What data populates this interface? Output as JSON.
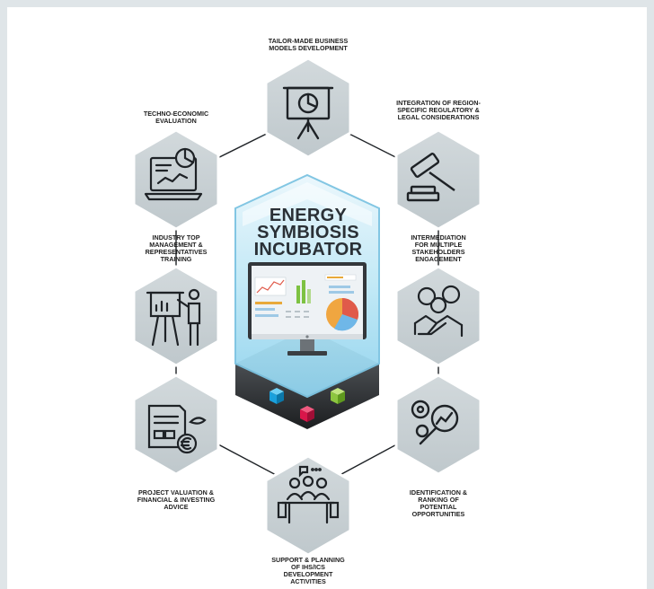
{
  "center": {
    "title_line1": "ENERGY",
    "title_line2": "SYMBIOSIS",
    "title_line3": "INCUBATOR"
  },
  "nodes": [
    {
      "key": "top",
      "label": "TAILOR-MADE BUSINESS\nMODELS DEVELOPMENT",
      "icon": "presentation-board-icon"
    },
    {
      "key": "top-right",
      "label": "INTEGRATION OF REGION-\nSPECIFIC REGULATORY &\nLEGAL CONSIDERATIONS",
      "icon": "gavel-icon"
    },
    {
      "key": "mid-right",
      "label": "INTERMEDIATION\nFOR MULTIPLE\nSTAKEHOLDERS\nENGAGEMENT",
      "icon": "handshake-gears-icon"
    },
    {
      "key": "bottom-right",
      "label": "IDENTIFICATION &\nRANKING OF\nPOTENTIAL\nOPPORTUNITIES",
      "icon": "magnifier-gears-icon"
    },
    {
      "key": "bottom",
      "label": "SUPPORT & PLANNING\nOF IHS/ICS\nDEVELOPMENT\nACTIVITIES",
      "icon": "meeting-table-icon"
    },
    {
      "key": "bottom-left",
      "label": "PROJECT VALUATION &\nFINANCIAL & INVESTING\nADVICE",
      "icon": "euro-document-icon"
    },
    {
      "key": "mid-left",
      "label": "INDUSTRY TOP\nMANAGEMENT &\nREPRESENTATIVES\nTRAINING",
      "icon": "trainer-easel-icon"
    },
    {
      "key": "top-left",
      "label": "TECHNO-ECONOMIC\nEVALUATION",
      "icon": "laptop-chart-icon"
    }
  ],
  "colors": {
    "hex_fill": "#c8d0d4",
    "hex_stroke": "#ffffff",
    "connector": "#1e2226",
    "panel_glass": "#a9dff3",
    "panel_dark": "#2b2e31",
    "cube_blue": "#1aa0dc",
    "cube_red": "#d9164a",
    "cube_green": "#8cc63f"
  }
}
